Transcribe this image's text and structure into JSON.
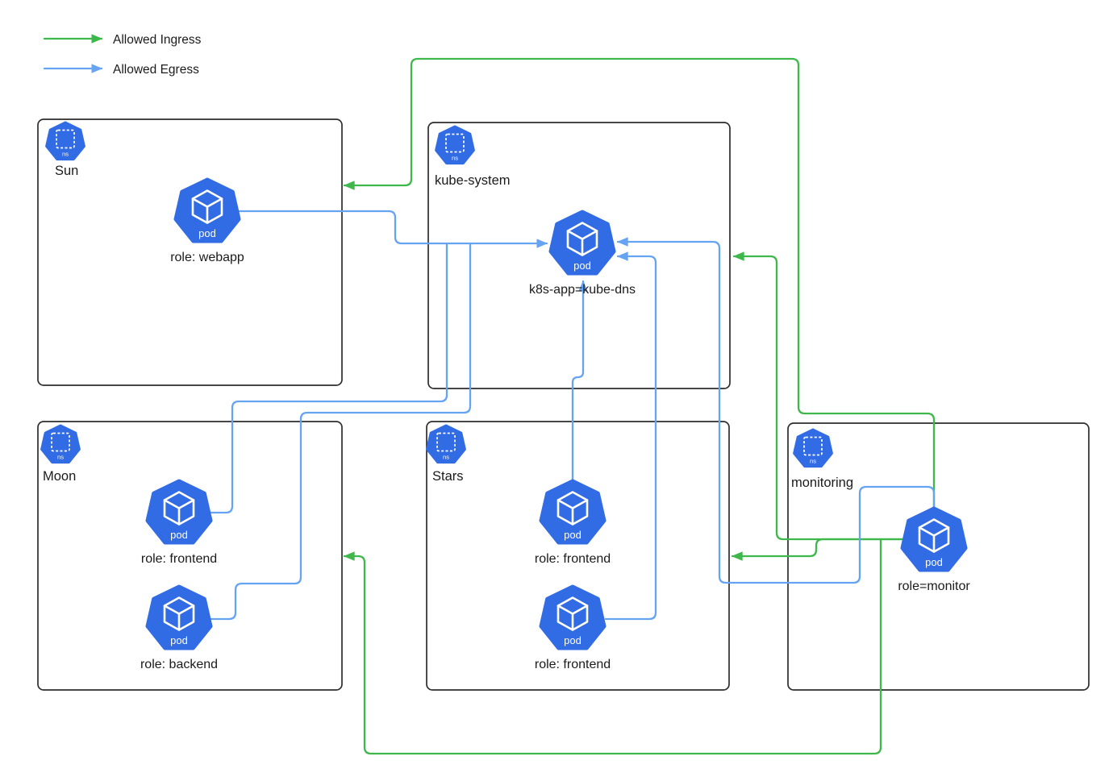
{
  "legend": {
    "items": [
      {
        "id": "ingress",
        "label": "Allowed Ingress",
        "color": "#3eb74b"
      },
      {
        "id": "egress",
        "label": "Allowed Egress",
        "color": "#66a3f2"
      }
    ]
  },
  "icons": {
    "pod_label": "pod",
    "ns_label": "ns"
  },
  "namespaces": [
    {
      "id": "sun",
      "label": "Sun",
      "pods": [
        {
          "id": "webapp",
          "label": "role: webapp"
        }
      ]
    },
    {
      "id": "kube-system",
      "label": "kube-system",
      "pods": [
        {
          "id": "kube-dns",
          "label": "k8s-app=kube-dns"
        }
      ]
    },
    {
      "id": "moon",
      "label": "Moon",
      "pods": [
        {
          "id": "moon-frontend",
          "label": "role: frontend"
        },
        {
          "id": "moon-backend",
          "label": "role: backend"
        }
      ]
    },
    {
      "id": "stars",
      "label": "Stars",
      "pods": [
        {
          "id": "stars-frontend-top",
          "label": "role: frontend"
        },
        {
          "id": "stars-frontend-bottom",
          "label": "role: frontend"
        }
      ]
    },
    {
      "id": "monitoring",
      "label": "monitoring",
      "pods": [
        {
          "id": "monitor",
          "label": "role=monitor"
        }
      ]
    }
  ],
  "edges": [
    {
      "type": "ingress",
      "from": "monitoring/role=monitor",
      "to": "namespace Sun"
    },
    {
      "type": "ingress",
      "from": "monitoring/role=monitor",
      "to": "namespace kube-system"
    },
    {
      "type": "ingress",
      "from": "monitoring/role=monitor",
      "to": "namespace Stars"
    },
    {
      "type": "ingress",
      "from": "monitoring/role=monitor",
      "to": "namespace Moon"
    },
    {
      "type": "egress",
      "from": "Sun/role: webapp",
      "to": "kube-system/k8s-app=kube-dns"
    },
    {
      "type": "egress",
      "from": "Moon/role: frontend",
      "to": "kube-system/k8s-app=kube-dns"
    },
    {
      "type": "egress",
      "from": "Moon/role: backend",
      "to": "kube-system/k8s-app=kube-dns"
    },
    {
      "type": "egress",
      "from": "Stars/role: frontend (top)",
      "to": "kube-system/k8s-app=kube-dns"
    },
    {
      "type": "egress",
      "from": "Stars/role: frontend (bottom)",
      "to": "kube-system/k8s-app=kube-dns"
    },
    {
      "type": "egress",
      "from": "monitoring/role=monitor",
      "to": "kube-system/k8s-app=kube-dns"
    }
  ],
  "colors": {
    "ingress": "#3eb74b",
    "egress": "#66a3f2",
    "pod_fill": "#326CE5",
    "box_border": "#2d2d2d",
    "label_text": "#1b1b1b"
  }
}
